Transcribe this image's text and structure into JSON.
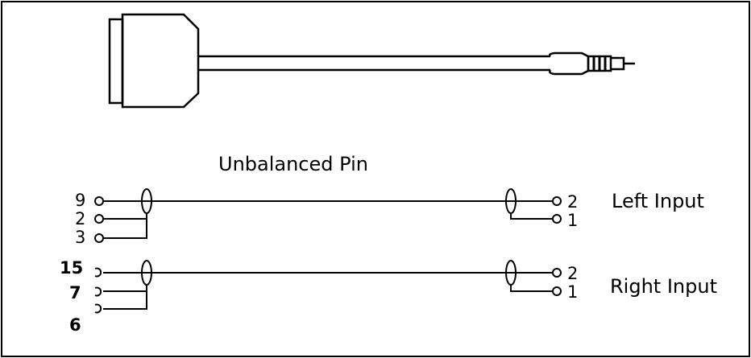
{
  "title": "Unbalanced Pin",
  "left_channel": {
    "input_label": "Left Input",
    "source_pins": [
      "9",
      "2",
      "3"
    ],
    "dest_pins": [
      "2",
      "1"
    ]
  },
  "right_channel": {
    "input_label": "Right Input",
    "source_pins": [
      "15",
      "7",
      "6"
    ],
    "dest_pins": [
      "2",
      "1"
    ]
  },
  "colors": {
    "line": "#000000",
    "background": "#ffffff"
  }
}
